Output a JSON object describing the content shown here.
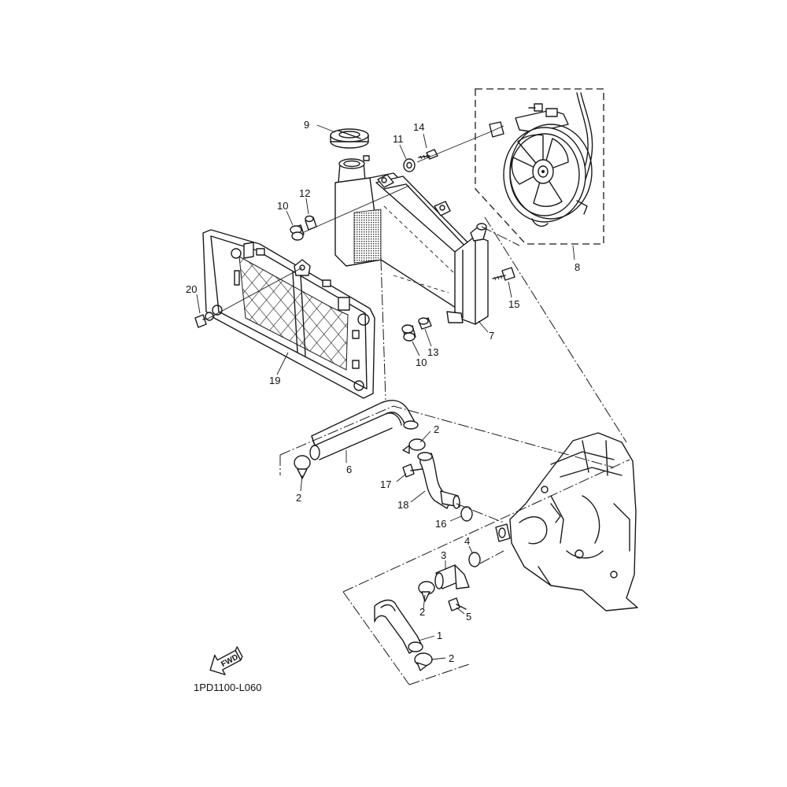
{
  "diagram_code": "1PD1100-L060",
  "fwd_label": "FWD",
  "callouts": {
    "c1": "1",
    "c2a": "2",
    "c2b": "2",
    "c2c": "2",
    "c2d": "2",
    "c3": "3",
    "c4": "4",
    "c5": "5",
    "c6": "6",
    "c7": "7",
    "c8": "8",
    "c9": "9",
    "c10a": "10",
    "c10b": "10",
    "c11": "11",
    "c12": "12",
    "c13": "13",
    "c14": "14",
    "c15": "15",
    "c16": "16",
    "c17": "17",
    "c18": "18",
    "c19": "19",
    "c20": "20"
  }
}
